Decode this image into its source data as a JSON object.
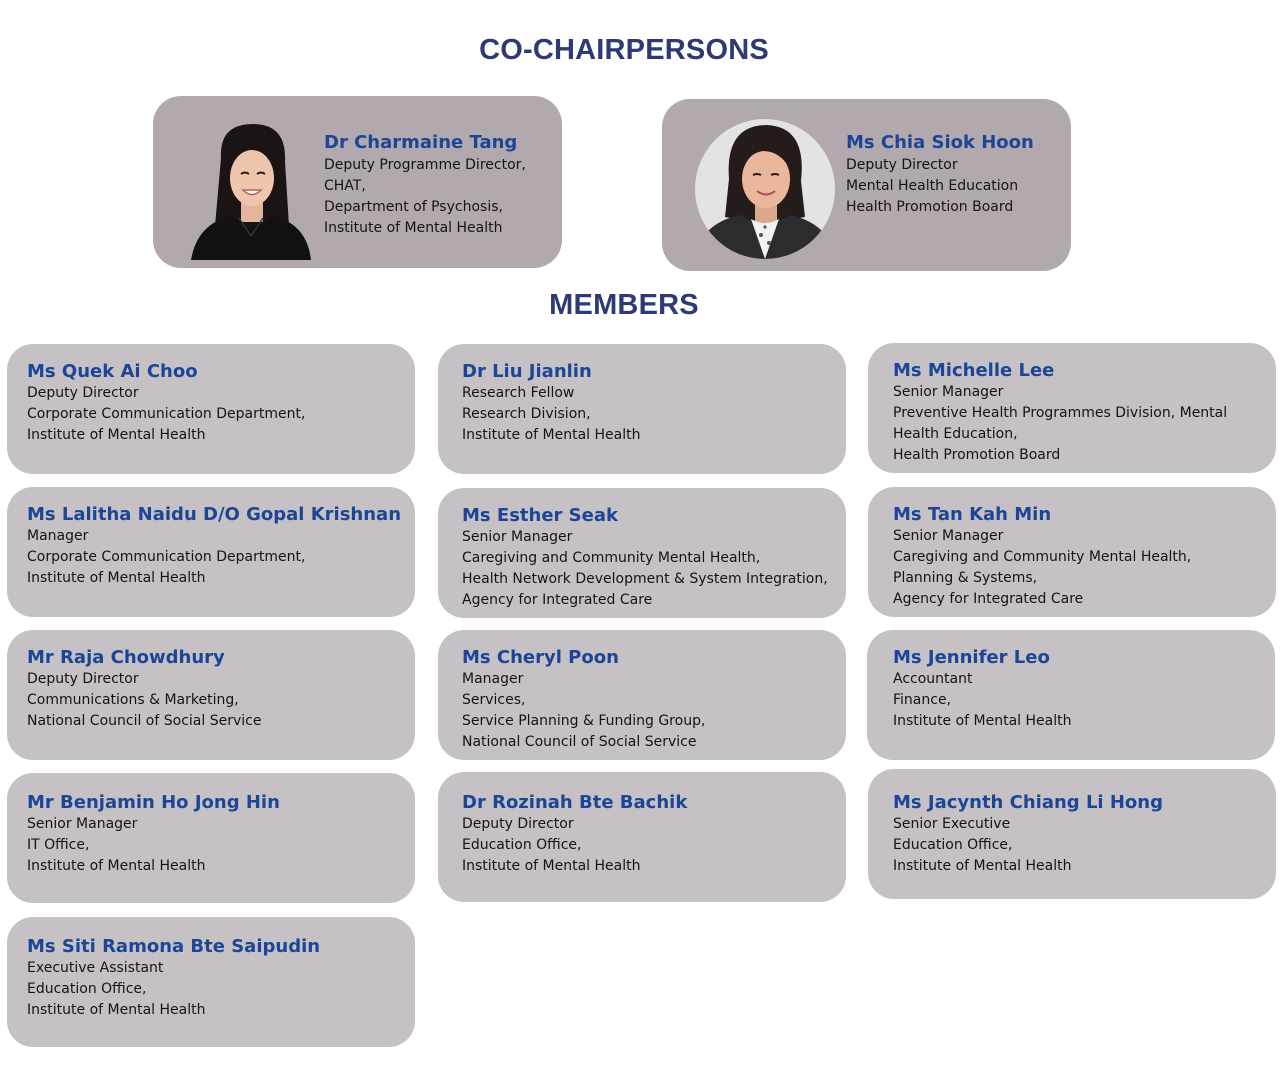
{
  "headings": {
    "chairs": "CO-CHAIRPERSONS",
    "members": "MEMBERS"
  },
  "chairs": [
    {
      "name": "Dr Charmaine Tang",
      "lines": [
        "Deputy Programme Director,",
        "CHAT,",
        "Department of Psychosis,",
        "Institute of Mental Health"
      ]
    },
    {
      "name": "Ms Chia Siok Hoon",
      "lines": [
        "Deputy Director",
        "Mental Health Education",
        "Health Promotion Board"
      ]
    }
  ],
  "members": [
    {
      "name": "Ms Quek Ai Choo",
      "lines": [
        "Deputy Director",
        "Corporate Communication Department,",
        "Institute of Mental Health"
      ]
    },
    {
      "name": "Dr Liu Jianlin",
      "lines": [
        "Research Fellow",
        "Research Division,",
        "Institute of Mental Health"
      ]
    },
    {
      "name": "Ms Michelle Lee",
      "lines": [
        "Senior Manager",
        "Preventive Health Programmes Division, Mental",
        "Health Education,",
        "Health Promotion Board"
      ]
    },
    {
      "name": "Ms Lalitha Naidu D/O Gopal Krishnan",
      "lines": [
        "Manager",
        "Corporate Communication Department,",
        "Institute of Mental Health"
      ]
    },
    {
      "name": "Ms Esther Seak",
      "lines": [
        "Senior Manager",
        "Caregiving and Community Mental Health,",
        "Health Network Development & System Integration,",
        "Agency for Integrated Care"
      ]
    },
    {
      "name": "Ms Tan Kah Min",
      "lines": [
        "Senior Manager",
        "Caregiving and Community Mental Health,",
        "Planning & Systems,",
        "Agency for Integrated Care"
      ]
    },
    {
      "name": "Mr Raja Chowdhury",
      "lines": [
        "Deputy Director",
        "Communications & Marketing,",
        "National Council of Social Service"
      ]
    },
    {
      "name": "Ms Cheryl Poon",
      "lines": [
        "Manager",
        "Services,",
        "Service Planning & Funding Group,",
        "National Council of Social Service"
      ]
    },
    {
      "name": "Ms Jennifer Leo",
      "lines": [
        "Accountant",
        "Finance,",
        "Institute of Mental Health"
      ]
    },
    {
      "name": "Mr Benjamin Ho Jong Hin",
      "lines": [
        "Senior Manager",
        "IT Office,",
        "Institute of Mental Health"
      ]
    },
    {
      "name": "Dr Rozinah Bte Bachik",
      "lines": [
        "Deputy Director",
        "Education Office,",
        "Institute of Mental Health"
      ]
    },
    {
      "name": "Ms Jacynth Chiang Li Hong",
      "lines": [
        "Senior Executive",
        "Education Office,",
        "Institute of Mental Health"
      ]
    },
    {
      "name": "Ms Siti Ramona Bte Saipudin",
      "lines": [
        "Executive Assistant",
        "Education Office,",
        "Institute of Mental Health"
      ]
    }
  ]
}
